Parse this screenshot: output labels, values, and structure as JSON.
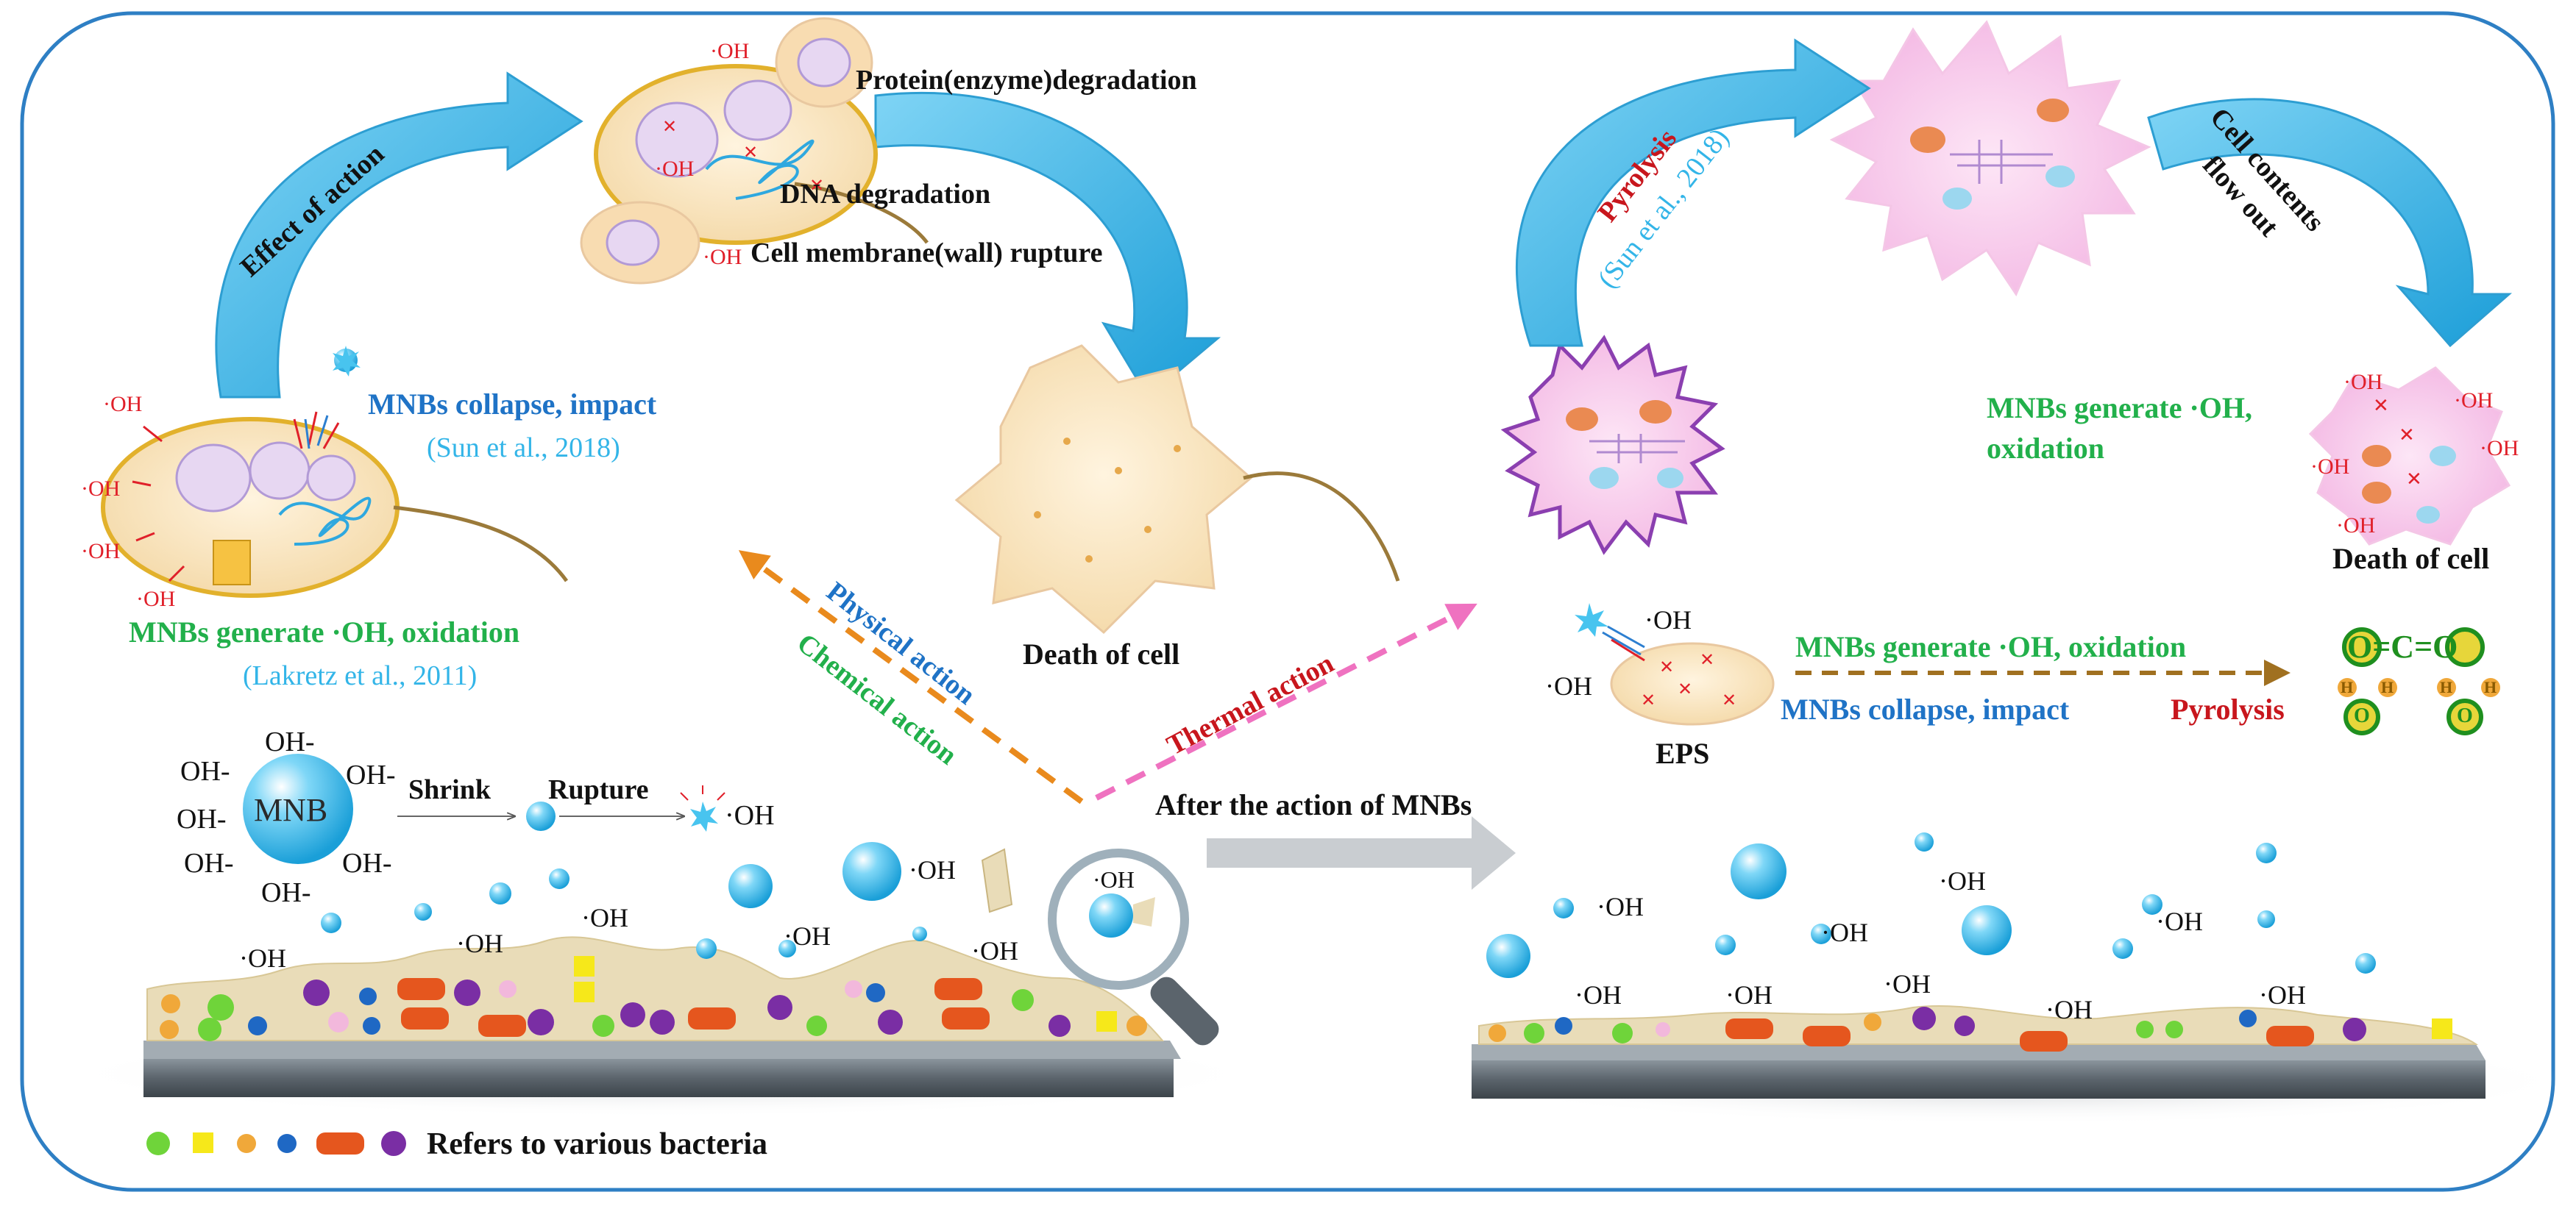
{
  "colors": {
    "border": "#2e7fc4",
    "green_text": "#22b04b",
    "blue_text": "#1f73c6",
    "cyan_text": "#33b5e8",
    "red_text": "#c8161d",
    "arrow_cyan": "#39b8ec",
    "biofilm": "#e9dcb8",
    "substrate": "#5c6670",
    "physical_arrow": "#e98a1d",
    "thermal_arrow": "#ef72c0"
  },
  "left": {
    "effect_of_action": "Effect of action",
    "protein_degradation": "Protein(enzyme)degradation",
    "dna_degradation": "DNA degradation",
    "membrane_rupture": "Cell membrane(wall) rupture",
    "mnbs_collapse": "MNBs collapse, impact",
    "sun_citation": "(Sun et al., 2018)",
    "mnbs_generate": "MNBs generate ·OH, oxidation",
    "lakretz_citation": "(Lakretz et al., 2011)",
    "death_of_cell": "Death of cell",
    "physical_action": "Physical action",
    "chemical_action": "Chemical action",
    "thermal_action": "Thermal action",
    "mnb_label": "MNB",
    "shrink": "Shrink",
    "rupture": "Rupture",
    "oh_minus": "OH-",
    "oh_radical": "·OH",
    "legend_text": "Refers to various bacteria"
  },
  "middle": {
    "after_action": "After the action of MNBs"
  },
  "right": {
    "pyrolysis": "Pyrolysis",
    "sun_citation": "(Sun et al., 2018)",
    "cell_contents_line1": "Cell contents",
    "cell_contents_line2": "flow out",
    "mnbs_generate_line1": "MNBs generate ·OH,",
    "mnbs_generate_line2": "oxidation",
    "death_of_cell": "Death of cell",
    "eps": "EPS",
    "mnbs_generate_oxidation": "MNBs generate ·OH, oxidation",
    "mnbs_collapse": "MNBs collapse, impact",
    "pyrolysis2": "Pyrolysis",
    "co2": "O=C=O",
    "h2o_o": "O",
    "h2o_h": "H",
    "oh_radical": "·OH"
  }
}
